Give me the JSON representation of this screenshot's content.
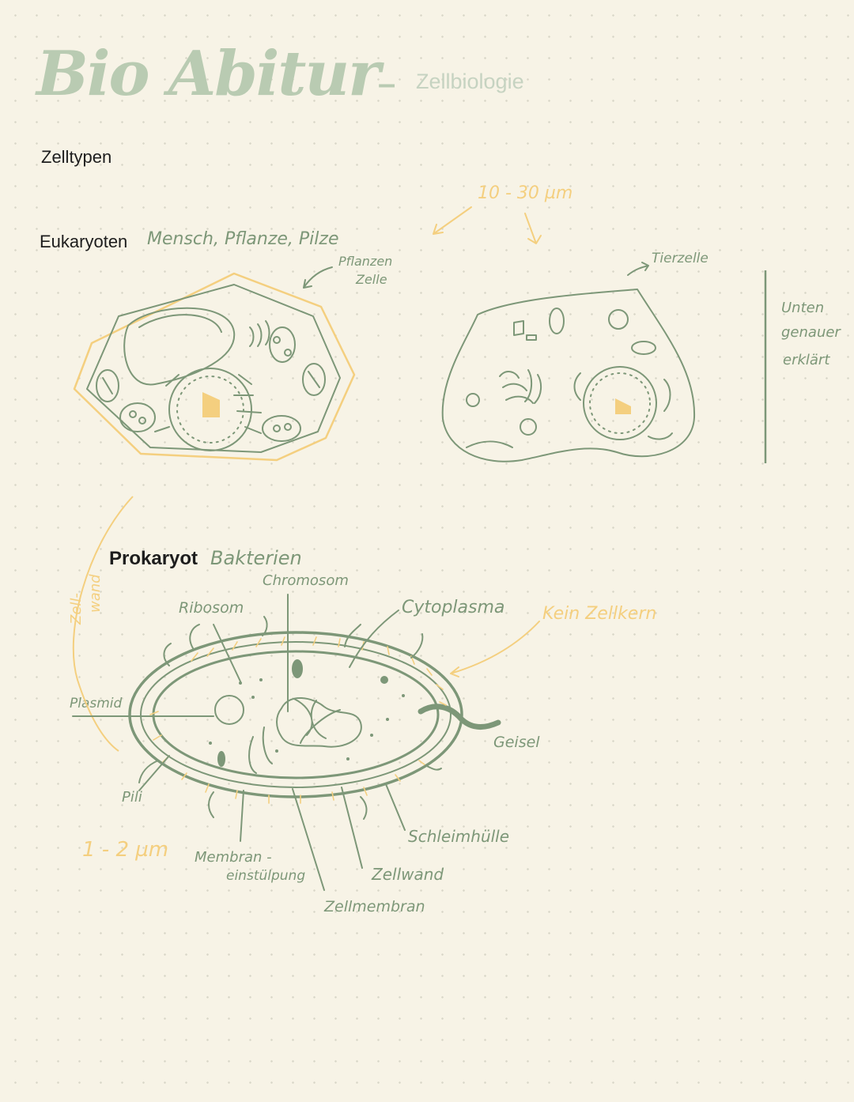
{
  "header": {
    "title": "Bio Abitur",
    "dash": "–",
    "subtitle": "Zellbiologie"
  },
  "sections": {
    "zelltypen": "Zelltypen",
    "eukaryoten": {
      "heading": "Eukaryoten",
      "examples": "Mensch, Pflanze, Pilze",
      "size": "10 - 30 µm",
      "plant_label_1": "Pflanzen",
      "plant_label_2": "Zelle",
      "animal_label": "Tierzelle",
      "side_note": [
        "Unten",
        "genauer",
        "erklärt"
      ]
    },
    "prokaryot": {
      "heading": "Prokaryot",
      "examples": "Bakterien",
      "zellwand_margin": [
        "Zell-",
        "wand"
      ],
      "no_nucleus": "Kein Zellkern",
      "size": "1 - 2 µm",
      "labels": {
        "chromosom": "Chromosom",
        "ribosom": "Ribosom",
        "cytoplasma": "Cytoplasma",
        "plasmid": "Plasmid",
        "geisel": "Geisel",
        "pili": "Pili",
        "schleimhuelle": "Schleimhülle",
        "membran_1": "Membran -",
        "membran_2": "einstülpung",
        "zellwand": "Zellwand",
        "zellmembran": "Zellmembran"
      }
    }
  },
  "colors": {
    "green": "#7d9778",
    "light_green": "#b9cbb2",
    "yellow": "#f4cf7f",
    "background": "#f7f3e6"
  }
}
